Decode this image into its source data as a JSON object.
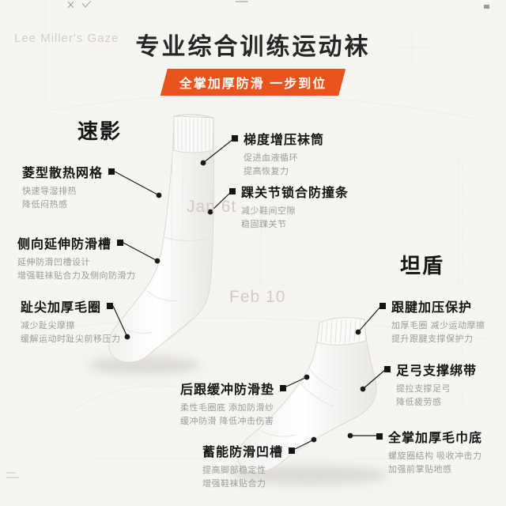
{
  "page": {
    "title": "专业综合训练运动袜",
    "badge": "全掌加厚防滑 一步到位"
  },
  "watermarks": {
    "signature": "Lee Miller's Gaze",
    "date1": "Jan 6t",
    "date2": "Feb 10"
  },
  "products": {
    "left": {
      "name": "速影"
    },
    "right": {
      "name": "坦盾"
    }
  },
  "callouts": [
    {
      "title": "梯度增压袜筒",
      "desc": "促进血液循环\n提高恢复力"
    },
    {
      "title": "踝关节锁合防撞条",
      "desc": "减少鞋间空隙\n稳固踝关节"
    },
    {
      "title": "菱型散热网格",
      "desc": "快速导湿排热\n降低闷热感"
    },
    {
      "title": "侧向延伸防滑槽",
      "desc": "延伸防滑凹槽设计\n增强鞋袜贴合力及侧向防滑力"
    },
    {
      "title": "趾尖加厚毛圈",
      "desc": "减少趾尖摩擦\n缓解运动时趾尖前移压力"
    },
    {
      "title": "后跟缓冲防滑垫",
      "desc": "柔性毛圈底 添加防滑纱\n缓冲防滑 降低冲击伤害"
    },
    {
      "title": "蓄能防滑凹槽",
      "desc": "提高脚部稳定性\n增强鞋袜贴合力"
    },
    {
      "title": "跟腱加压保护",
      "desc": "加厚毛圈 减少运动摩擦\n提升跟腱支撑保护力"
    },
    {
      "title": "足弓支撑绑带",
      "desc": "提拉支撑足弓\n降低疲劳感"
    },
    {
      "title": "全掌加厚毛巾底",
      "desc": "螺旋圈结构 吸收冲击力\n加强前掌贴地感"
    }
  ],
  "colors": {
    "accent_orange": "#e8521c",
    "title_black": "#262626",
    "desc_gray": "#9b9b9b",
    "watermark_gray": "#cfccc6",
    "background": "#f6f5f2"
  }
}
